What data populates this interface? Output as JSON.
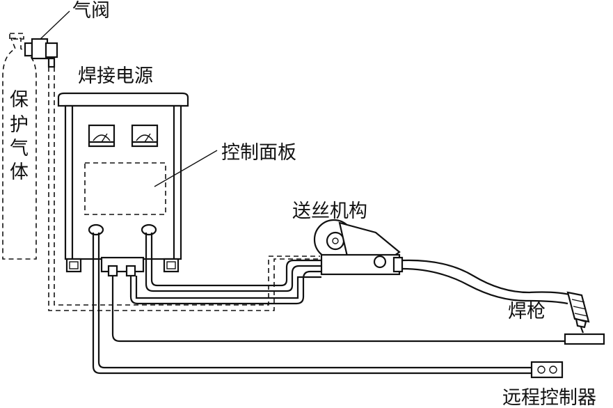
{
  "labels": {
    "gas_valve": "气阀",
    "shielding_gas": [
      "保",
      "护",
      "气",
      "体"
    ],
    "power_source": "焊接电源",
    "control_panel": "控制面板",
    "wire_feeder": "送丝机构",
    "torch": "焊枪",
    "remote_controller": "远程控制器"
  }
}
